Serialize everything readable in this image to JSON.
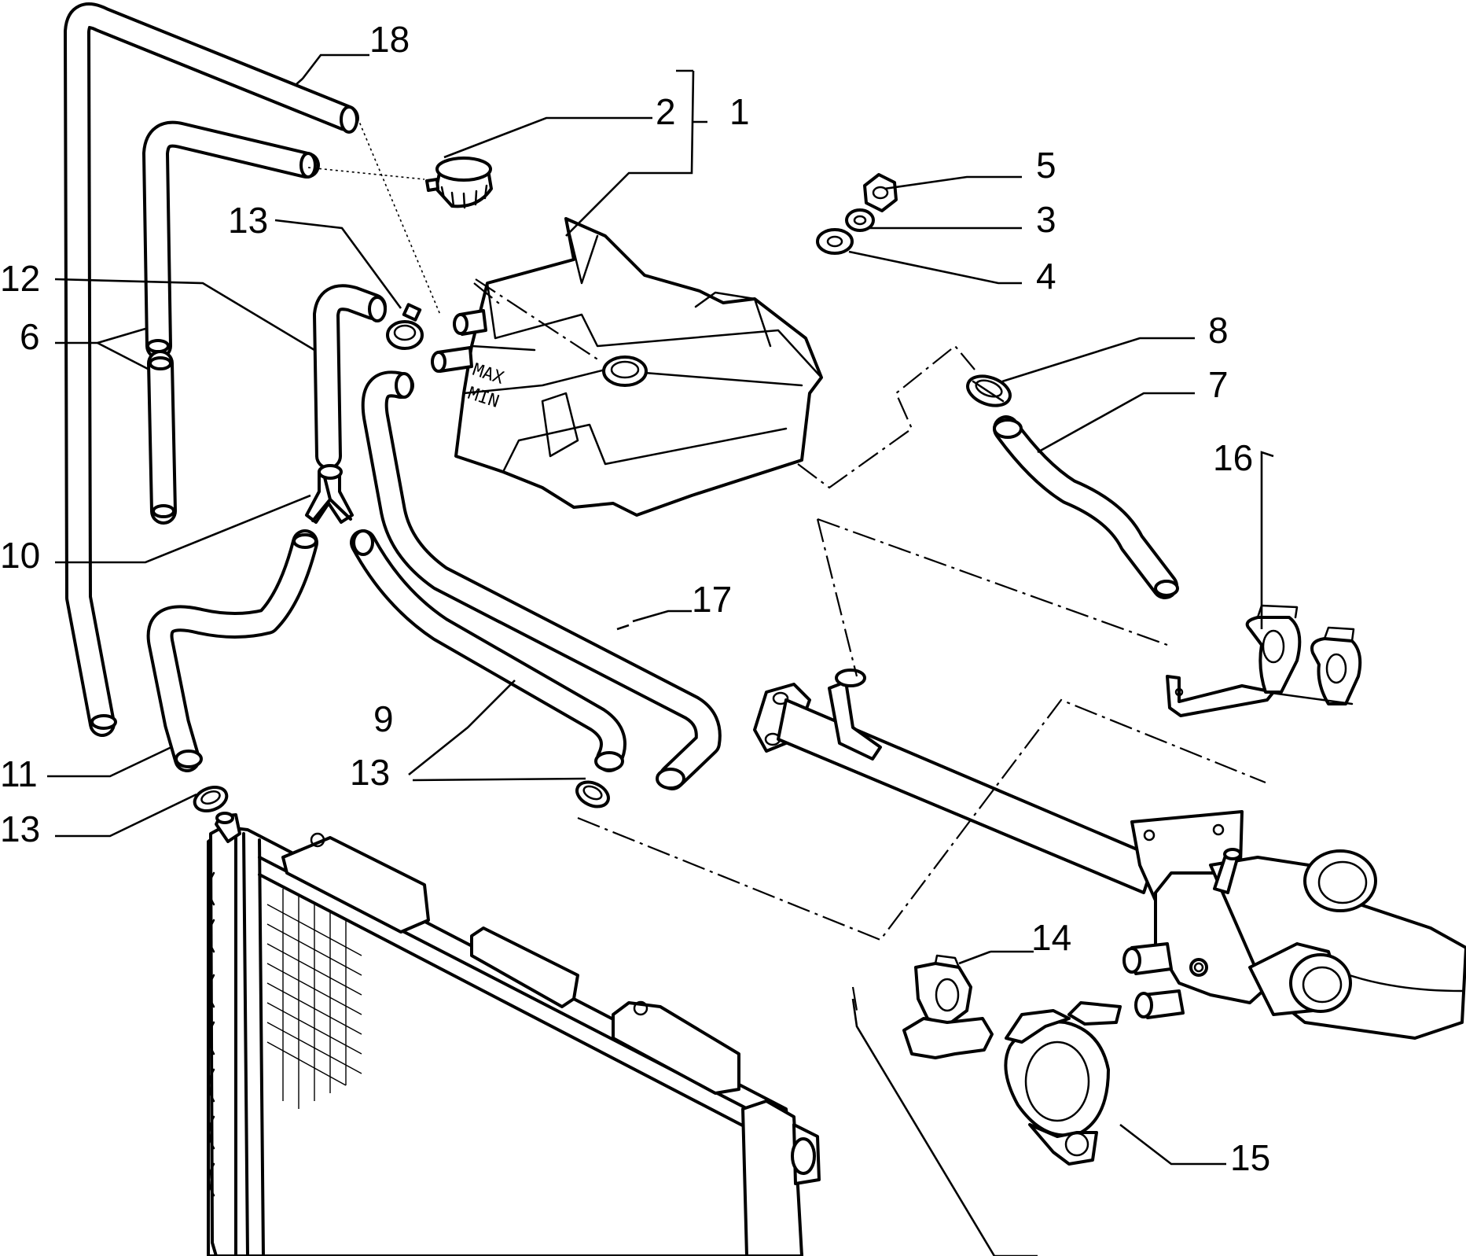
{
  "callouts": {
    "c1": "1",
    "c2": "2",
    "c3": "3",
    "c4": "4",
    "c5": "5",
    "c6": "6",
    "c7": "7",
    "c8": "8",
    "c9": "9",
    "c10": "10",
    "c11": "11",
    "c12": "12",
    "c13a": "13",
    "c13b": "13",
    "c13c": "13",
    "c14": "14",
    "c15": "15",
    "c16": "16",
    "c17": "17",
    "c18": "18"
  },
  "tank_marks": {
    "max": "MAX",
    "min": "MIN"
  }
}
